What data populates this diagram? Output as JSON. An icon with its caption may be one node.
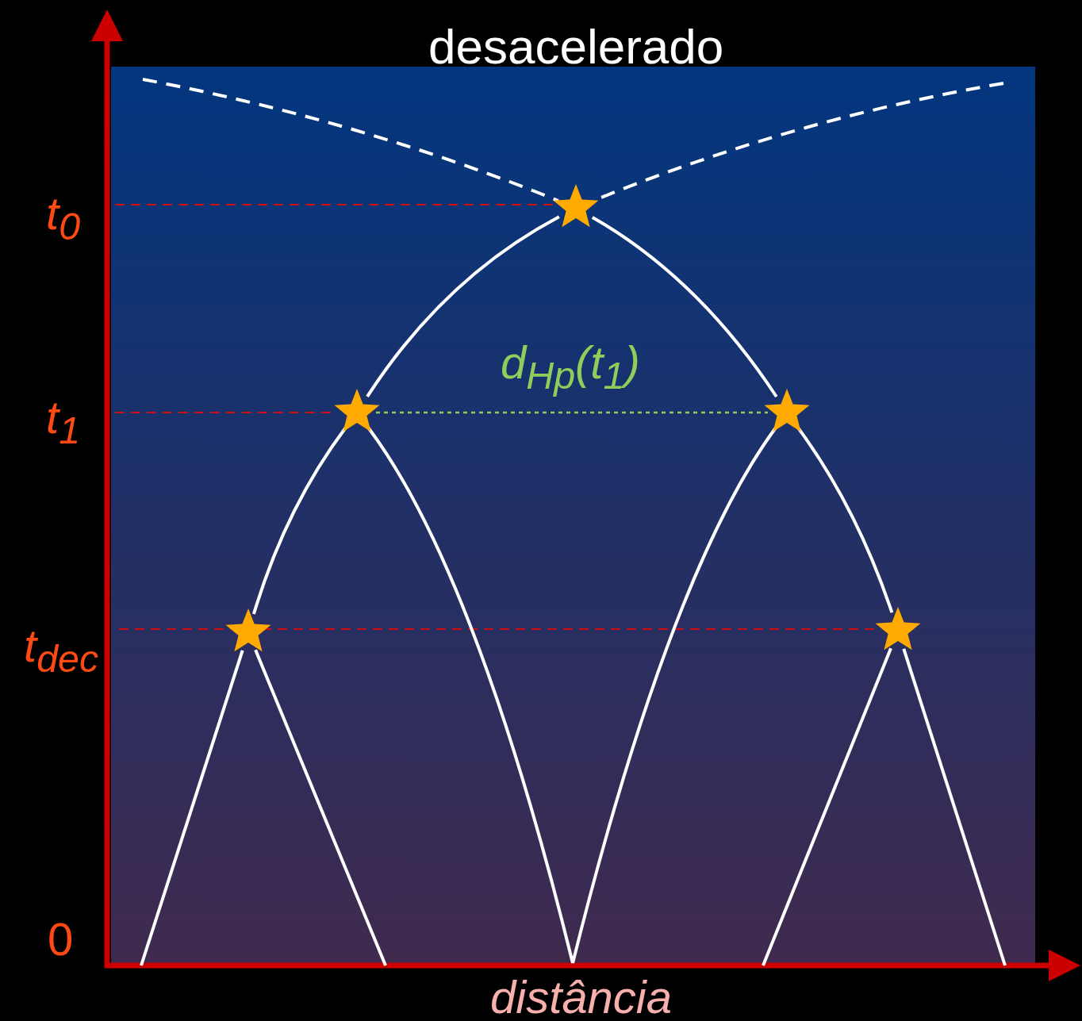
{
  "diagram": {
    "title": "desacelerado",
    "nodes": [
      {
        "text": [],
        "shape": "star"
      },
      {
        "text": [],
        "shape": "star"
      },
      {
        "text": [],
        "shape": "star"
      },
      {
        "text": [],
        "shape": "star"
      },
      {
        "text": [],
        "shape": "star"
      }
    ],
    "edges": [
      {
        "from": null,
        "to": 0,
        "arrow": "none",
        "style": "dashed"
      },
      {
        "from": null,
        "to": 0,
        "arrow": "none",
        "style": "dashed"
      },
      {
        "from": 1,
        "to": 0,
        "arrow": "none"
      },
      {
        "from": 2,
        "to": 0,
        "arrow": "none"
      },
      {
        "from": 1,
        "to": 2,
        "arrow": "none",
        "style": "dashed",
        "color": "#8fce5a",
        "label": "d$_{Hp}$(t$_{1}$)"
      },
      {
        "from": 3,
        "to": 1,
        "arrow": "none"
      },
      {
        "from": 4,
        "to": 2,
        "arrow": "none"
      },
      {
        "from": null,
        "to": 1,
        "arrow": "none"
      },
      {
        "from": null,
        "to": 2,
        "arrow": "none"
      },
      {
        "from": null,
        "to": 3,
        "arrow": "none"
      },
      {
        "from": null,
        "to": 3,
        "arrow": "none"
      },
      {
        "from": null,
        "to": 4,
        "arrow": "none"
      },
      {
        "from": null,
        "to": 4,
        "arrow": "none"
      }
    ],
    "labels": [
      "t$_{0}$",
      "t$_{1}$",
      "t$_{dec}$",
      "0",
      "distância"
    ]
  }
}
